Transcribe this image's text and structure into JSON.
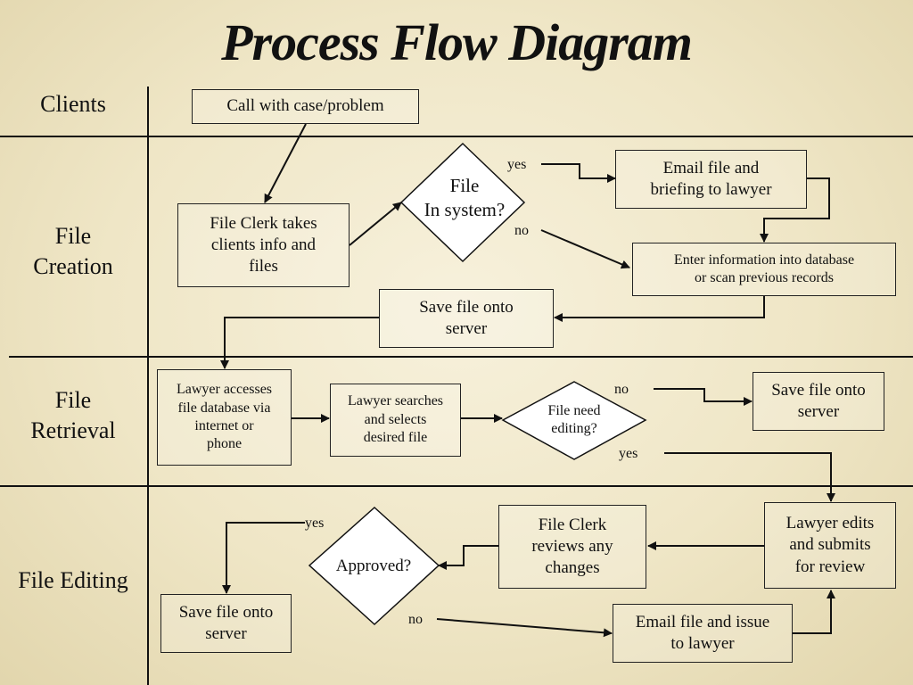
{
  "title": "Process Flow Diagram",
  "lanes": {
    "clients": "Clients",
    "creation": "File\nCreation",
    "retrieval": "File\nRetrieval",
    "editing": "File Editing"
  },
  "nodes": {
    "call": "Call with case/problem",
    "clerk_takes": "File Clerk takes\nclients info and\nfiles",
    "in_system": "File\nIn system?",
    "email_briefing": "Email file and\nbriefing to lawyer",
    "enter_info": "Enter information into database\nor scan previous records",
    "save_server_1": "Save file onto\nserver",
    "lawyer_accesses": "Lawyer accesses\nfile database via\ninternet or\nphone",
    "lawyer_searches": "Lawyer searches\nand selects\ndesired file",
    "need_editing": "File need\nediting?",
    "save_server_2": "Save file onto\nserver",
    "lawyer_edits": "Lawyer edits\nand submits\nfor review",
    "clerk_reviews": "File Clerk\nreviews any\nchanges",
    "approved": "Approved?",
    "save_server_3": "Save file onto\nserver",
    "email_issue": "Email file and issue\nto lawyer"
  },
  "labels": {
    "yes_1": "yes",
    "no_1": "no",
    "no_2": "no",
    "yes_2": "yes",
    "yes_3": "yes",
    "no_3": "no"
  }
}
